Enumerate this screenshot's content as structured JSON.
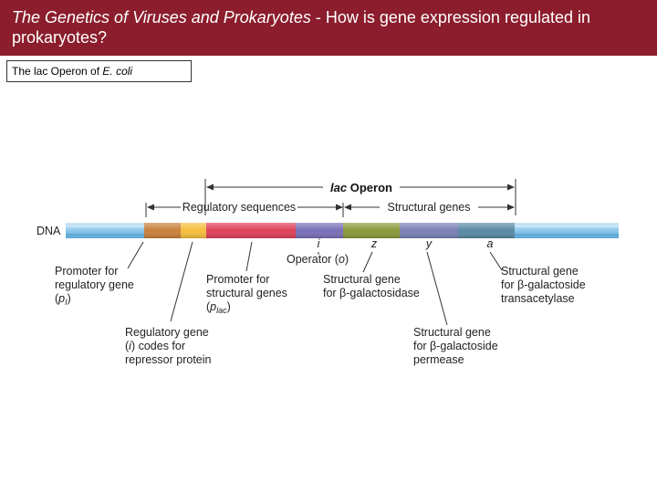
{
  "slide": {
    "title_italic": "The Genetics of Viruses and Prokaryotes",
    "title_sep": " - ",
    "title_rest": "How is gene expression regulated in prokaryotes?",
    "caption_pre": "The lac Operon of ",
    "caption_italic": "E. coli"
  },
  "diagram": {
    "operon_title_italic": "lac",
    "operon_title_rest": " Operon",
    "regulatory_label": "Regulatory sequences",
    "structural_label": "Structural genes",
    "dna_label": "DNA",
    "gene_letters": {
      "i": "i",
      "z": "z",
      "y": "y",
      "a": "a"
    },
    "operator_pre": "Operator (",
    "operator_italic": "o",
    "operator_post": ")",
    "promoter_reg": {
      "line1": "Promoter for",
      "line2": "regulatory gene",
      "sub_pre": "(",
      "sub_italic": "p",
      "sub_subscript": "I",
      "sub_post": ")"
    },
    "promoter_struct": {
      "line1": "Promoter for",
      "line2": "structural genes",
      "sub_pre": "(",
      "sub_italic": "p",
      "sub_subscript": "lac",
      "sub_post": ")"
    },
    "reg_gene": {
      "line1": "Regulatory gene",
      "line2_pre": "(",
      "line2_italic": "i",
      "line2_post": ") codes for",
      "line3": "repressor protein"
    },
    "struct_z": {
      "line1": "Structural gene",
      "line2": "for β-galactosidase"
    },
    "struct_y": {
      "line1": "Structural gene",
      "line2": "for β-galactoside",
      "line3": "permease"
    },
    "struct_a": {
      "line1": "Structural gene",
      "line2": "for β-galactoside",
      "line3": "transacetylase"
    },
    "colors": {
      "title_bar": "#8b1d2c",
      "dna": "#8ec8ec",
      "promoter_reg": "#c8803a",
      "reg_gene": "#f5be3c",
      "promoter_struct": "#e0405a",
      "operator": "#7a70b8",
      "gene_z": "#8a9a3a",
      "gene_y": "#7a80b4",
      "gene_a": "#5a8aa4"
    }
  }
}
